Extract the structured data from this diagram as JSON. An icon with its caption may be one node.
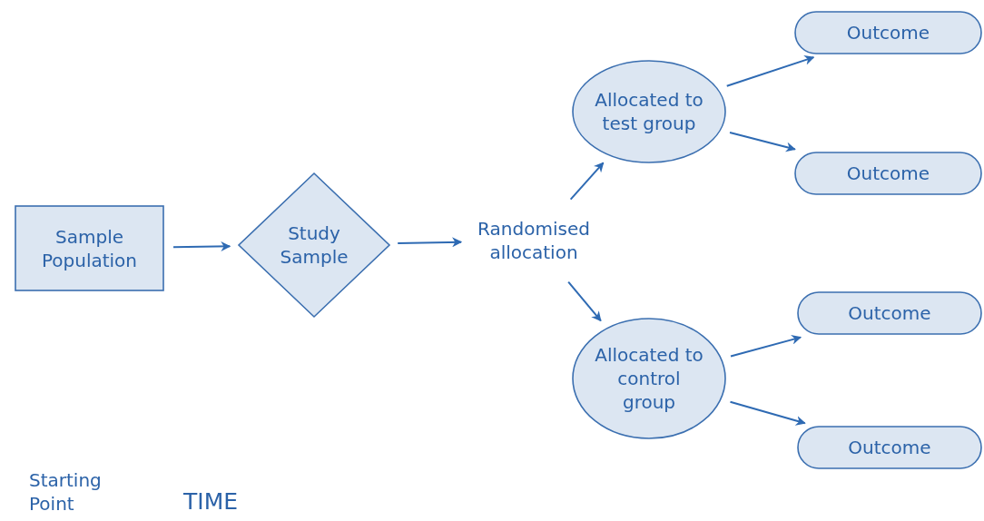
{
  "diagram": {
    "nodes": [
      {
        "text": [
          "Sample Population"
        ]
      },
      {
        "text": [
          "Study Sample"
        ]
      },
      {
        "text": [
          "Randomised allocation"
        ]
      },
      {
        "text": [
          "Allocated to test group"
        ]
      },
      {
        "text": [
          "Allocated to control group"
        ]
      },
      {
        "text": [
          "Outcome"
        ]
      },
      {
        "text": [
          "Outcome"
        ]
      },
      {
        "text": [
          "Outcome"
        ]
      },
      {
        "text": [
          "Outcome"
        ]
      }
    ],
    "edges": [
      {
        "from": 0,
        "to": 1,
        "arrow": "to"
      },
      {
        "from": 1,
        "to": 2,
        "arrow": "to"
      },
      {
        "from": 2,
        "to": 3,
        "arrow": "to"
      },
      {
        "from": 2,
        "to": 4,
        "arrow": "to"
      },
      {
        "from": 3,
        "to": 5,
        "arrow": "to"
      },
      {
        "from": 3,
        "to": 6,
        "arrow": "to"
      },
      {
        "from": 4,
        "to": 7,
        "arrow": "to"
      },
      {
        "from": 4,
        "to": 8,
        "arrow": "to"
      }
    ],
    "labels": [
      "Starting Point",
      "TIME"
    ]
  }
}
